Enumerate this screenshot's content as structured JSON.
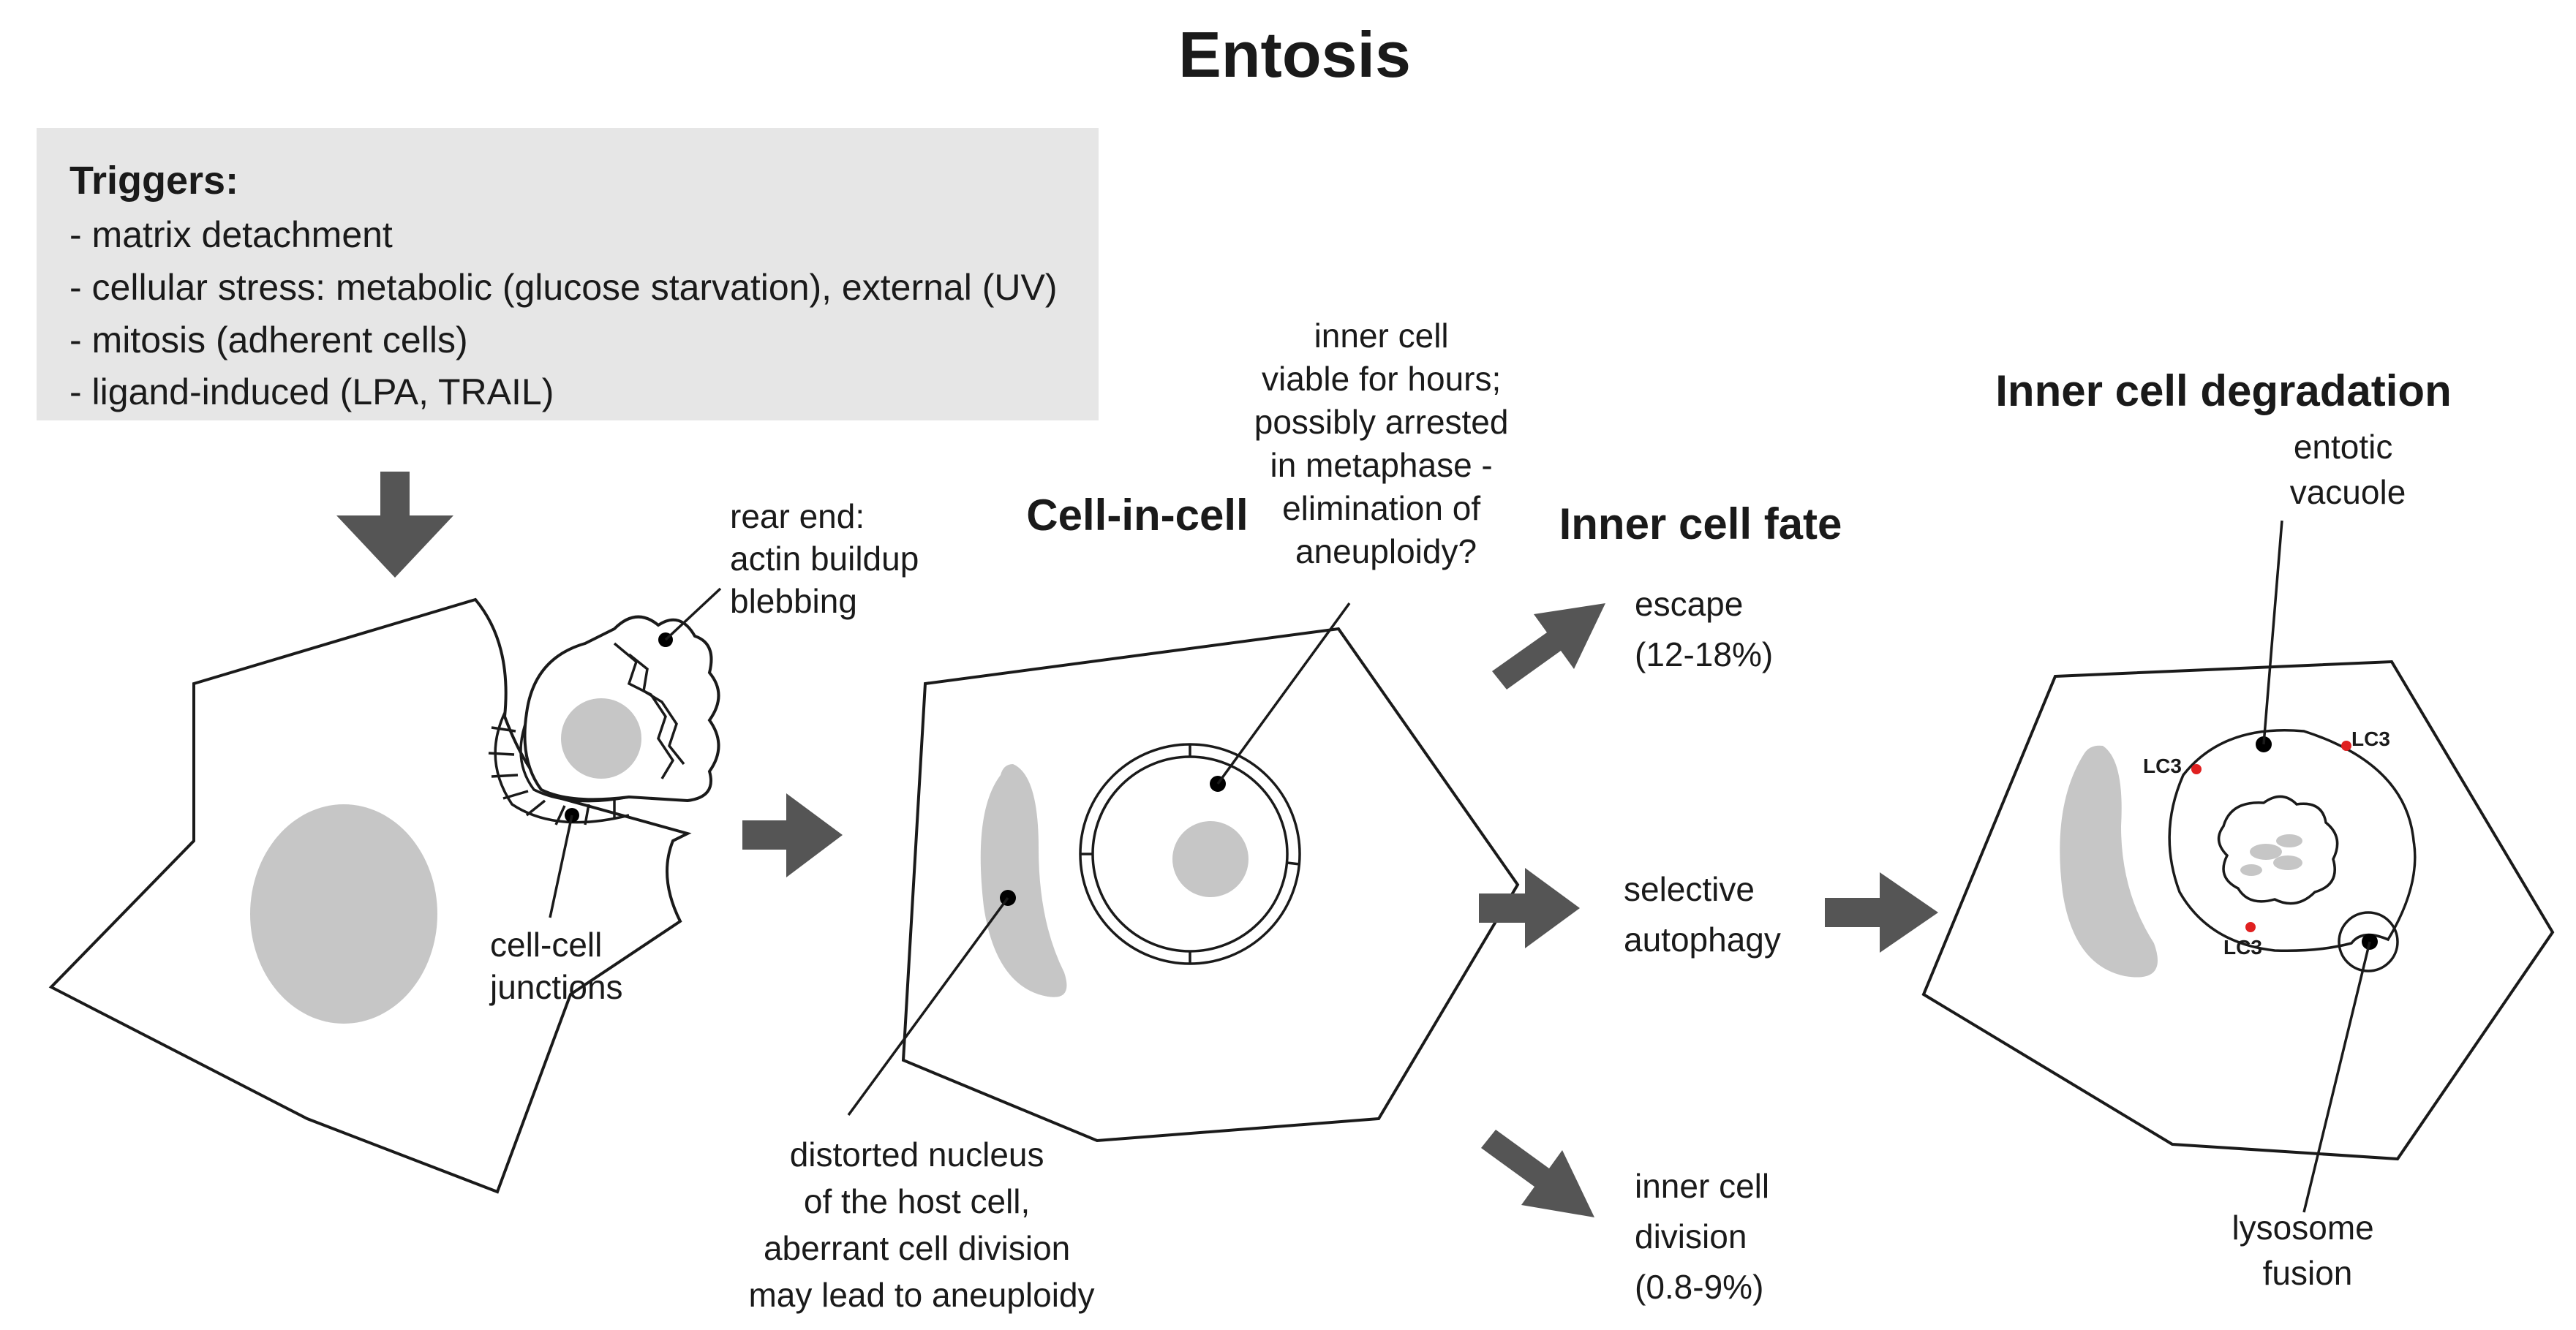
{
  "title": "Entosis",
  "triggers": {
    "heading": "Triggers:",
    "items": [
      "- matrix detachment",
      "- cellular stress: metabolic (glucose starvation), external (UV)",
      "- mitosis (adherent cells)",
      "- ligand-induced (LPA, TRAIL)"
    ]
  },
  "stage1": {
    "rear_end_label": [
      "rear end:",
      "actin buildup",
      "blebbing"
    ],
    "junctions_label": [
      "cell-cell",
      "junctions"
    ]
  },
  "stage2": {
    "heading": "Cell-in-cell",
    "inner_cell_label": [
      "inner cell",
      "viable for hours;",
      "possibly arrested",
      "in metaphase -",
      "elimination of",
      "aneuploidy?"
    ],
    "host_nucleus_label": [
      "distorted nucleus",
      "of the host cell,",
      "aberrant cell division",
      "may lead to aneuploidy"
    ]
  },
  "fate": {
    "heading": "Inner cell fate",
    "escape": [
      "escape",
      "(12-18%)"
    ],
    "autophagy": [
      "selective",
      "autophagy"
    ],
    "division": [
      "inner cell",
      "division",
      "(0.8-9%)"
    ]
  },
  "stage3": {
    "heading": "Inner cell degradation",
    "vacuole_label": [
      "entotic",
      "vacuole"
    ],
    "lc3": "LC3",
    "lysosome_label": [
      "lysosome",
      "fusion"
    ]
  },
  "colors": {
    "arrow": "#555555",
    "nucleus": "#c6c6c6",
    "triggers_bg": "#e6e6e6",
    "lc3_dot": "#e02020"
  }
}
